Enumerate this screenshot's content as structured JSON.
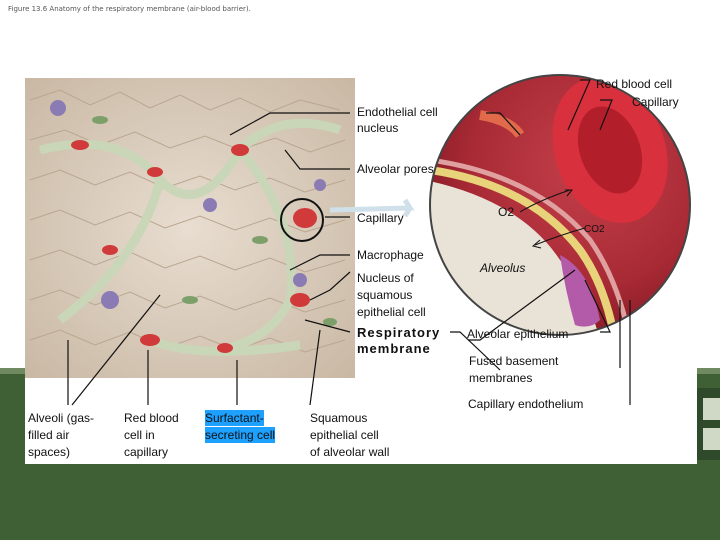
{
  "caption": "Figure 13.6 Anatomy of the respiratory membrane (air-blood barrier).",
  "labels": {
    "red_blood_cell": "Red blood cell",
    "capillary_top": "Capillary",
    "endothelial_1": "Endothelial cell",
    "endothelial_2": "nucleus",
    "alveolar_pores": "Alveolar pores",
    "capillary": "Capillary",
    "macrophage": "Macrophage",
    "nucleus_1": "Nucleus of",
    "nucleus_2": "squamous",
    "nucleus_3": "epithelial cell",
    "resp_1": "Respiratory",
    "resp_2": "membrane",
    "o2": "O2",
    "co2": "CO2",
    "alveolus": "Alveolus",
    "alveolar_epithelium": "Alveolar epithelium",
    "fused_1": "Fused basement",
    "fused_2": "membranes",
    "capillary_endothelium": "Capillary endothelium",
    "alveoli_1": "Alveoli (gas-",
    "alveoli_2": "filled air",
    "alveoli_3": "spaces)",
    "rbc_cap_1": "Red blood",
    "rbc_cap_2": "cell in",
    "rbc_cap_3": "capillary",
    "surf_1": "Surfactant-",
    "surf_2": "secreting cell",
    "squam_1": "Squamous",
    "squam_2": "epithelial cell",
    "squam_3": "of alveolar wall"
  },
  "colors": {
    "highlight": "#1ea0ff",
    "footer_green": "#3f5f35"
  }
}
